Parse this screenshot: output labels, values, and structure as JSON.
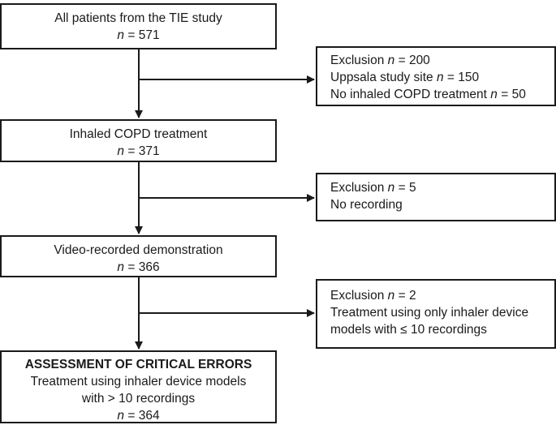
{
  "flowchart": {
    "main_steps": [
      {
        "lines": [
          {
            "text": "All patients from the TIE study"
          },
          {
            "n_label": "n",
            "text": " = 571"
          }
        ]
      },
      {
        "lines": [
          {
            "text": "Inhaled COPD treatment"
          },
          {
            "n_label": "n",
            "text": " = 371"
          }
        ]
      },
      {
        "lines": [
          {
            "text": "Video-recorded demonstration"
          },
          {
            "n_label": "n",
            "text": " = 366"
          }
        ]
      },
      {
        "lines": [
          {
            "text": "ASSESSMENT OF CRITICAL ERRORS"
          },
          {
            "text": "Treatment using inhaler device models"
          },
          {
            "text": "with > 10 recordings"
          },
          {
            "n_label": "n",
            "text": " = 364"
          }
        ]
      }
    ],
    "exclusions": [
      {
        "lines": [
          {
            "text": "Exclusion ",
            "n_label": "n",
            "suffix": " = 200"
          },
          {
            "text": "Uppsala study site ",
            "n_label": "n",
            "suffix": " = 150"
          },
          {
            "text": "No inhaled COPD treatment ",
            "n_label": "n",
            "suffix": " = 50"
          }
        ]
      },
      {
        "lines": [
          {
            "text": "Exclusion ",
            "n_label": "n",
            "suffix": " = 5"
          },
          {
            "text": "No recording"
          }
        ]
      },
      {
        "lines": [
          {
            "text": "Exclusion ",
            "n_label": "n",
            "suffix": " = 2"
          },
          {
            "text": "Treatment using only inhaler device"
          },
          {
            "text": "models with ≤ 10 recordings"
          }
        ]
      }
    ]
  }
}
